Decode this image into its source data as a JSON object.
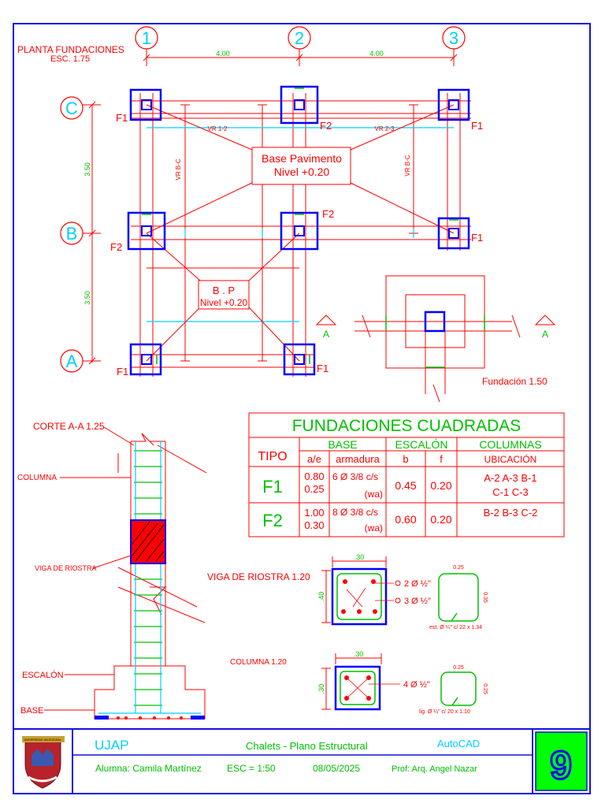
{
  "plan": {
    "title": "PLANTA FUNDACIONES",
    "scale": "ESC. 1.75",
    "axes_cols": [
      "1",
      "2",
      "3"
    ],
    "axes_rows": [
      "C",
      "B",
      "A"
    ],
    "dim_x_1": "4.00",
    "dim_x_2": "4.00",
    "dim_y_1": "3.50",
    "dim_y_2": "3.50",
    "beam_vr12": "VR 1-2",
    "beam_vr23": "VR 2-3",
    "beam_vrbc_left": "VR B-C",
    "beam_vrbc_right": "VR B-C",
    "footing_C1": "F1",
    "footing_C2": "F2",
    "footing_C3": "F1",
    "footing_B1": "F2",
    "footing_B2": "F2",
    "footing_B3": "F1",
    "footing_A1": "F1",
    "footing_A2": "F1",
    "base_pav_line1": "Base Pavimento",
    "base_pav_line2": "Nivel +0.20",
    "bp_line1": "B . P",
    "bp_line2": "Nivel +0.20"
  },
  "detail": {
    "fundacion_label": "Fundación 1.50",
    "cut_left": "A",
    "cut_right": "A"
  },
  "section": {
    "title": "CORTE A-A 1.25",
    "columna": "COLUMNA",
    "viga": "VIGA DE RIOSTRA",
    "escalon": "ESCALÓN",
    "base": "BASE"
  },
  "table": {
    "title": "FUNDACIONES CUADRADAS",
    "h_tipo": "TIPO",
    "h_base": "BASE",
    "h_escalon": "ESCALÓN",
    "h_columnas": "COLUMNAS",
    "sh_ae": "a/e",
    "sh_armadura": "armadura",
    "sh_b": "b",
    "sh_f": "f",
    "sh_ubicacion": "UBICACIÓN",
    "rows": [
      {
        "tipo": "F1",
        "a": "0.80",
        "e": "0.25",
        "arm1": "6 Ø 3/8 c/s",
        "arm2": "(wa)",
        "b": "0.45",
        "f": "0.20",
        "ub1": "A-2  A-3  B-1",
        "ub2": "C-1  C-3"
      },
      {
        "tipo": "F2",
        "a": "1.00",
        "e": "0.30",
        "arm1": "8 Ø 3/8 c/s",
        "arm2": "(wa)",
        "b": "0.60",
        "f": "0.20",
        "ub1": "B-2  B-3  C-2",
        "ub2": ""
      }
    ]
  },
  "viga_detail": {
    "title": "VIGA DE RIOSTRA 1.20",
    "width": ".30",
    "height": ".40",
    "bar_top": "2 Ø ½\"",
    "bar_bottom": "3 Ø ½\"",
    "stirrup_w": "0.25",
    "stirrup_h": "0.35",
    "stirrup_label": "est. Ø ¼\" c/ 22 x 1.34"
  },
  "columna_detail": {
    "title": "COLUMNA 1.20",
    "width": ".30",
    "height": ".30",
    "bars": "4 Ø ½\"",
    "tie_w": "0.25",
    "tie_h": "0.25",
    "tie_label": "lig. Ø ¼\" c/ 20 x 1.10"
  },
  "titleblock": {
    "school": "UJAP",
    "project": "Chalets - Plano Estructural",
    "software": "AutoCAD",
    "student": "Alumna: Camila Martínez",
    "scale": "ESC = 1:50",
    "date": "08/05/2025",
    "professor": "Prof: Arq. Angel Nazar",
    "sheet_number": "9",
    "logo_text": "UNIVERSIDAD VALENCIANA"
  },
  "colors": {
    "frame": "#1010e0",
    "drawing": "#ff0000",
    "dim": "#00c000",
    "axis": "#00d0ff",
    "column": "#0000ff",
    "sheet_box": "#00ff00"
  }
}
